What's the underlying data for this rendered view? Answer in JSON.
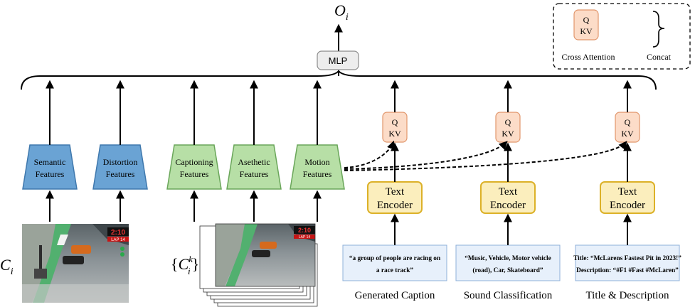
{
  "output": {
    "symbol": "O",
    "subscript": "i"
  },
  "mlp": {
    "label": "MLP"
  },
  "legend": {
    "qkv_top": "Q",
    "qkv_bottom": "KV",
    "cross_attention_label": "Cross Attention",
    "concat_label": "Concat"
  },
  "visual_features": [
    {
      "line1": "Semantic",
      "line2": "Features",
      "group": "frame"
    },
    {
      "line1": "Distortion",
      "line2": "Features",
      "group": "frame"
    },
    {
      "line1": "Captioning",
      "line2": "Features",
      "group": "clip"
    },
    {
      "line1": "Asethetic",
      "line2": "Features",
      "group": "clip"
    },
    {
      "line1": "Motion",
      "line2": "Features",
      "group": "clip"
    }
  ],
  "inputs": {
    "frame_symbol": "C",
    "frame_subscript": "i",
    "clip_symbol_open": "{",
    "clip_symbol": "C",
    "clip_subscript": "i",
    "clip_superscript": "k",
    "clip_symbol_close": "}"
  },
  "text_branches": [
    {
      "encoder_line1": "Text",
      "encoder_line2": "Encoder",
      "q": "Q",
      "kv": "KV",
      "text_lines": [
        "“a group of people are racing on",
        "a race track”"
      ],
      "label": "Generated Caption"
    },
    {
      "encoder_line1": "Text",
      "encoder_line2": "Encoder",
      "q": "Q",
      "kv": "KV",
      "text_lines": [
        "“Music, Vehicle, Motor vehicle",
        "(road), Car, Skateboard”"
      ],
      "label": "Sound Classification"
    },
    {
      "encoder_line1": "Text",
      "encoder_line2": "Encoder",
      "q": "Q",
      "kv": "KV",
      "text_lines": [
        "Title: “McLarens Fastest Pit in 2023!”",
        "Description: “#F1 #Fast #McLaren”"
      ],
      "label": "Title & Description"
    }
  ],
  "frame_image": {
    "overlay_score": "2:10",
    "overlay_lap": "LAP 14"
  },
  "colors": {
    "blue_fill": "#6aa3d4",
    "blue_stroke": "#3f78ad",
    "green_fill": "#b7dfa6",
    "green_stroke": "#6aa65a",
    "yellow_fill": "#fbeebd",
    "yellow_stroke": "#dcb128",
    "qkv_fill": "#fcdcc8",
    "qkv_stroke": "#e1966c",
    "textbox_fill": "#e7f0fb",
    "textbox_stroke": "#8fb0d9"
  }
}
